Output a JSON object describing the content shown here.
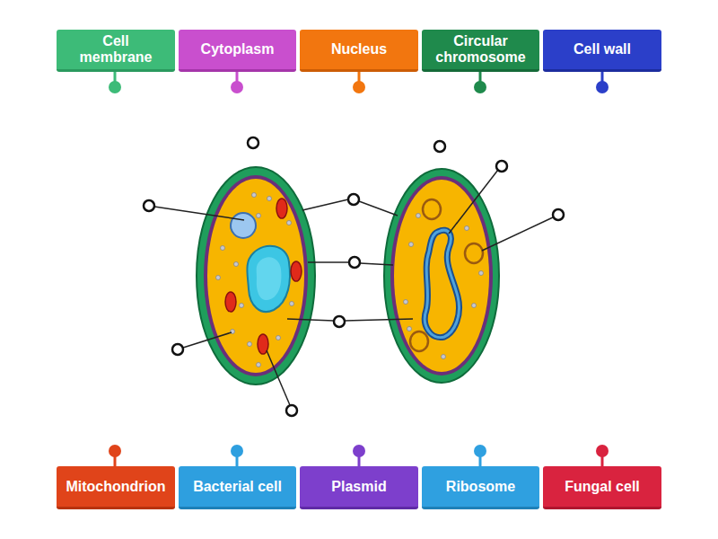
{
  "diagram": {
    "nodes": [
      {
        "text": [
          "Cell membrane"
        ]
      },
      {
        "text": [
          "Cytoplasm"
        ]
      },
      {
        "text": [
          "Nucleus"
        ]
      },
      {
        "text": [
          "Circular chromosome"
        ]
      },
      {
        "text": [
          "Cell wall"
        ]
      },
      {
        "text": [
          "Mitochondrion"
        ]
      },
      {
        "text": [
          "Bacterial cell"
        ]
      },
      {
        "text": [
          "Plasmid"
        ]
      },
      {
        "text": [
          "Ribosome"
        ]
      },
      {
        "text": [
          "Fungal cell"
        ]
      }
    ]
  }
}
